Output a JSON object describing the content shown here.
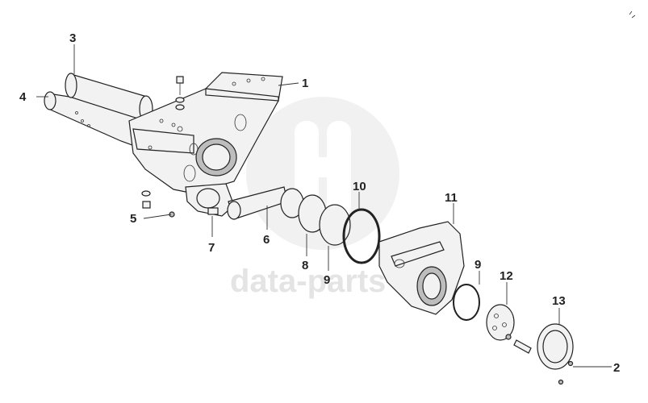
{
  "watermark": {
    "text": "data-parts"
  },
  "callouts": [
    {
      "id": "1",
      "label": "1"
    },
    {
      "id": "2",
      "label": "2"
    },
    {
      "id": "3",
      "label": "3"
    },
    {
      "id": "4",
      "label": "4"
    },
    {
      "id": "5",
      "label": "5"
    },
    {
      "id": "6",
      "label": "6"
    },
    {
      "id": "7",
      "label": "7"
    },
    {
      "id": "8",
      "label": "8"
    },
    {
      "id": "9a",
      "label": "9"
    },
    {
      "id": "10",
      "label": "10"
    },
    {
      "id": "11",
      "label": "11"
    },
    {
      "id": "9b",
      "label": "9"
    },
    {
      "id": "12",
      "label": "12"
    },
    {
      "id": "13",
      "label": "13"
    }
  ]
}
